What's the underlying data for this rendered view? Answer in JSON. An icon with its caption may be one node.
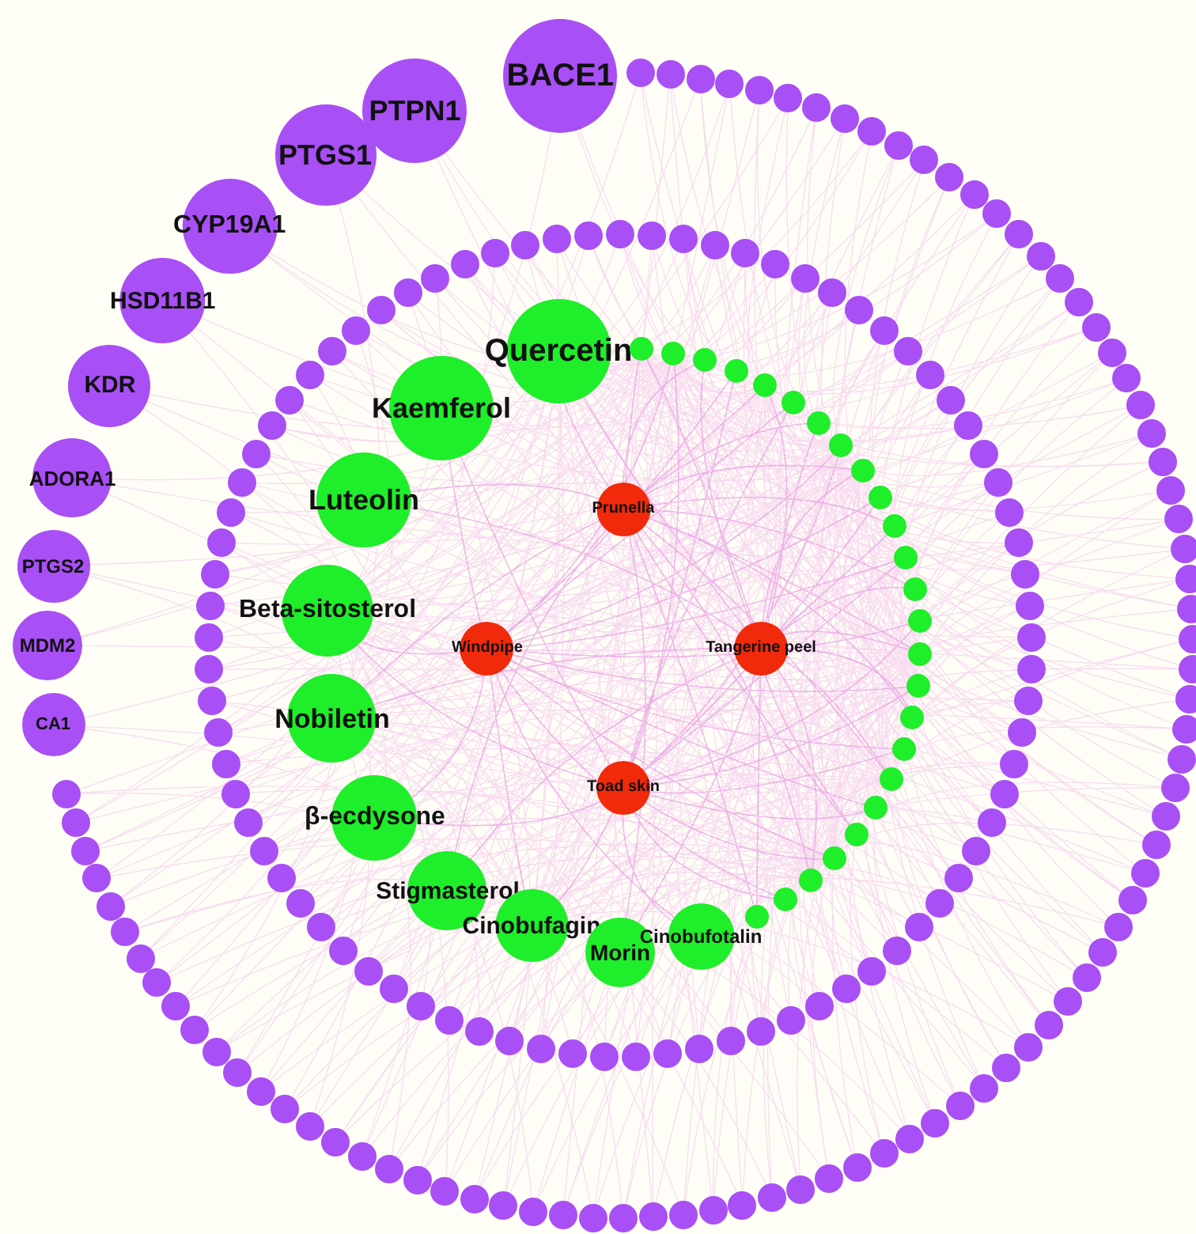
{
  "diagram": {
    "nodes": [
      {
        "text": [
          "BACE1"
        ]
      },
      {
        "text": [
          "PTPN1"
        ]
      },
      {
        "text": [
          "PTGS1"
        ]
      },
      {
        "text": [
          "CYP19A1"
        ]
      },
      {
        "text": [
          "HSD11B1"
        ]
      },
      {
        "text": [
          "KDR"
        ]
      },
      {
        "text": [
          "ADORA1"
        ]
      },
      {
        "text": [
          "PTGS2"
        ]
      },
      {
        "text": [
          "MDM2"
        ]
      },
      {
        "text": [
          "CA1"
        ]
      },
      {
        "text": [],
        "shape": "circle"
      },
      {
        "text": [],
        "shape": "circle"
      },
      {
        "text": [],
        "shape": "circle"
      },
      {
        "text": [],
        "shape": "circle"
      },
      {
        "text": [],
        "shape": "circle"
      },
      {
        "text": [],
        "shape": "circle"
      },
      {
        "text": [],
        "shape": "circle"
      },
      {
        "text": [],
        "shape": "circle"
      },
      {
        "text": [],
        "shape": "circle"
      },
      {
        "text": [],
        "shape": "circle"
      },
      {
        "text": [],
        "shape": "circle"
      },
      {
        "text": [],
        "shape": "circle"
      },
      {
        "text": [],
        "shape": "circle"
      },
      {
        "text": [],
        "shape": "circle"
      },
      {
        "text": [],
        "shape": "circle"
      },
      {
        "text": [],
        "shape": "circle"
      },
      {
        "text": [],
        "shape": "circle"
      },
      {
        "text": [],
        "shape": "circle"
      },
      {
        "text": [],
        "shape": "circle"
      },
      {
        "text": [],
        "shape": "circle"
      },
      {
        "text": [],
        "shape": "circle"
      },
      {
        "text": [],
        "shape": "circle"
      },
      {
        "text": [],
        "shape": "circle"
      },
      {
        "text": [],
        "shape": "circle"
      },
      {
        "text": [],
        "shape": "circle"
      },
      {
        "text": [],
        "shape": "circle"
      },
      {
        "text": [],
        "shape": "circle"
      },
      {
        "text": [],
        "shape": "circle"
      },
      {
        "text": [],
        "shape": "circle"
      },
      {
        "text": [],
        "shape": "circle"
      },
      {
        "text": [],
        "shape": "circle"
      },
      {
        "text": [],
        "shape": "circle"
      },
      {
        "text": [],
        "shape": "circle"
      },
      {
        "text": [],
        "shape": "circle"
      },
      {
        "text": [],
        "shape": "circle"
      },
      {
        "text": [],
        "shape": "circle"
      },
      {
        "text": [],
        "shape": "circle"
      },
      {
        "text": [],
        "shape": "circle"
      },
      {
        "text": [],
        "shape": "circle"
      },
      {
        "text": [],
        "shape": "circle"
      },
      {
        "text": [],
        "shape": "circle"
      },
      {
        "text": [],
        "shape": "circle"
      },
      {
        "text": [],
        "shape": "circle"
      },
      {
        "text": [],
        "shape": "circle"
      },
      {
        "text": [],
        "shape": "circle"
      },
      {
        "text": [],
        "shape": "circle"
      },
      {
        "text": [],
        "shape": "circle"
      },
      {
        "text": [],
        "shape": "circle"
      },
      {
        "text": [],
        "shape": "circle"
      },
      {
        "text": [],
        "shape": "circle"
      },
      {
        "text": [],
        "shape": "circle"
      },
      {
        "text": [],
        "shape": "circle"
      },
      {
        "text": [],
        "shape": "circle"
      },
      {
        "text": [],
        "shape": "circle"
      },
      {
        "text": [],
        "shape": "circle"
      },
      {
        "text": [],
        "shape": "circle"
      },
      {
        "text": [],
        "shape": "circle"
      },
      {
        "text": [],
        "shape": "circle"
      },
      {
        "text": [],
        "shape": "circle"
      },
      {
        "text": [],
        "shape": "circle"
      },
      {
        "text": [],
        "shape": "circle"
      },
      {
        "text": [],
        "shape": "circle"
      },
      {
        "text": [],
        "shape": "circle"
      },
      {
        "text": [],
        "shape": "circle"
      },
      {
        "text": [],
        "shape": "circle"
      },
      {
        "text": [],
        "shape": "circle"
      },
      {
        "text": [],
        "shape": "circle"
      },
      {
        "text": [],
        "shape": "circle"
      },
      {
        "text": [],
        "shape": "circle"
      },
      {
        "text": [],
        "shape": "circle"
      },
      {
        "text": [],
        "shape": "circle"
      },
      {
        "text": [],
        "shape": "circle"
      },
      {
        "text": [],
        "shape": "circle"
      },
      {
        "text": [],
        "shape": "circle"
      },
      {
        "text": [],
        "shape": "circle"
      },
      {
        "text": [],
        "shape": "circle"
      },
      {
        "text": [],
        "shape": "circle"
      },
      {
        "text": [],
        "shape": "circle"
      },
      {
        "text": [],
        "shape": "circle"
      },
      {
        "text": [],
        "shape": "circle"
      },
      {
        "text": [],
        "shape": "circle"
      },
      {
        "text": [],
        "shape": "circle"
      },
      {
        "text": [],
        "shape": "circle"
      },
      {
        "text": [],
        "shape": "circle"
      },
      {
        "text": [],
        "shape": "circle"
      },
      {
        "text": [],
        "shape": "circle"
      },
      {
        "text": [],
        "shape": "circle"
      },
      {
        "text": [],
        "shape": "circle"
      },
      {
        "text": [],
        "shape": "circle"
      },
      {
        "text": [],
        "shape": "circle"
      },
      {
        "text": [],
        "shape": "circle"
      },
      {
        "text": [],
        "shape": "circle"
      },
      {
        "text": [],
        "shape": "circle"
      },
      {
        "text": [],
        "shape": "circle"
      },
      {
        "text": [],
        "shape": "circle"
      },
      {
        "text": [],
        "shape": "circle"
      },
      {
        "text": [],
        "shape": "circle"
      },
      {
        "text": [],
        "shape": "circle"
      },
      {
        "text": [],
        "shape": "circle"
      },
      {
        "text": [],
        "shape": "circle"
      },
      {
        "text": [],
        "shape": "circle"
      },
      {
        "text": [],
        "shape": "circle"
      },
      {
        "text": [],
        "shape": "circle"
      },
      {
        "text": [],
        "shape": "circle"
      },
      {
        "text": [],
        "shape": "circle"
      },
      {
        "text": [],
        "shape": "circle"
      },
      {
        "text": [],
        "shape": "circle"
      },
      {
        "text": [],
        "shape": "circle"
      },
      {
        "text": [],
        "shape": "circle"
      },
      {
        "text": [],
        "shape": "circle"
      },
      {
        "text": [],
        "shape": "circle"
      },
      {
        "text": [],
        "shape": "circle"
      },
      {
        "text": [],
        "shape": "circle"
      },
      {
        "text": [],
        "shape": "circle"
      },
      {
        "text": [],
        "shape": "circle"
      },
      {
        "text": [],
        "shape": "circle"
      },
      {
        "text": [],
        "shape": "circle"
      },
      {
        "text": [],
        "shape": "circle"
      },
      {
        "text": [],
        "shape": "circle"
      },
      {
        "text": [],
        "shape": "circle"
      },
      {
        "text": [],
        "shape": "circle"
      },
      {
        "text": [],
        "shape": "circle"
      },
      {
        "text": [],
        "shape": "circle"
      },
      {
        "text": [],
        "shape": "circle"
      },
      {
        "text": [],
        "shape": "circle"
      },
      {
        "text": [],
        "shape": "circle"
      },
      {
        "text": [],
        "shape": "circle"
      },
      {
        "text": [],
        "shape": "circle"
      },
      {
        "text": [],
        "shape": "circle"
      },
      {
        "text": [],
        "shape": "circle"
      },
      {
        "text": [],
        "shape": "circle"
      },
      {
        "text": [],
        "shape": "circle"
      },
      {
        "text": [],
        "shape": "circle"
      },
      {
        "text": [],
        "shape": "circle"
      },
      {
        "text": [],
        "shape": "circle"
      },
      {
        "text": [],
        "shape": "circle"
      },
      {
        "text": [],
        "shape": "circle"
      },
      {
        "text": [],
        "shape": "circle"
      },
      {
        "text": [],
        "shape": "circle"
      },
      {
        "text": [],
        "shape": "circle"
      },
      {
        "text": [],
        "shape": "circle"
      },
      {
        "text": [],
        "shape": "circle"
      },
      {
        "text": [],
        "shape": "circle"
      },
      {
        "text": [],
        "shape": "circle"
      },
      {
        "text": [],
        "shape": "circle"
      },
      {
        "text": [],
        "shape": "circle"
      },
      {
        "text": [],
        "shape": "circle"
      },
      {
        "text": [],
        "shape": "circle"
      },
      {
        "text": [],
        "shape": "circle"
      },
      {
        "text": [],
        "shape": "circle"
      },
      {
        "text": [],
        "shape": "circle"
      },
      {
        "text": [],
        "shape": "circle"
      },
      {
        "text": [],
        "shape": "circle"
      },
      {
        "text": [],
        "shape": "circle"
      },
      {
        "text": [],
        "shape": "circle"
      },
      {
        "text": [],
        "shape": "circle"
      },
      {
        "text": [],
        "shape": "circle"
      },
      {
        "text": [],
        "shape": "circle"
      },
      {
        "text": [],
        "shape": "circle"
      },
      {
        "text": [],
        "shape": "circle"
      },
      {
        "text": [],
        "shape": "circle"
      },
      {
        "text": [],
        "shape": "circle"
      },
      {
        "text": [],
        "shape": "circle"
      },
      {
        "text": [],
        "shape": "circle"
      },
      {
        "text": [],
        "shape": "circle"
      },
      {
        "text": [],
        "shape": "circle"
      },
      {
        "text": [
          "Quercetin"
        ]
      },
      {
        "text": [
          "Kaemferol"
        ]
      },
      {
        "text": [
          "Luteolin"
        ]
      },
      {
        "text": [
          "Beta-sitosterol"
        ]
      },
      {
        "text": [
          "Nobiletin"
        ]
      },
      {
        "text": [
          "β-ecdysone"
        ]
      },
      {
        "text": [
          "Stigmasterol"
        ]
      },
      {
        "text": [
          "Cinobufagin"
        ]
      },
      {
        "text": [
          "Morin"
        ]
      },
      {
        "text": [
          "Cinobufotalin"
        ]
      },
      {
        "text": [],
        "shape": "circle"
      },
      {
        "text": [],
        "shape": "circle"
      },
      {
        "text": [],
        "shape": "circle"
      },
      {
        "text": [],
        "shape": "circle"
      },
      {
        "text": [],
        "shape": "circle"
      },
      {
        "text": [],
        "shape": "circle"
      },
      {
        "text": [],
        "shape": "circle"
      },
      {
        "text": [],
        "shape": "circle"
      },
      {
        "text": [],
        "shape": "circle"
      },
      {
        "text": [],
        "shape": "circle"
      },
      {
        "text": [],
        "shape": "circle"
      },
      {
        "text": [],
        "shape": "circle"
      },
      {
        "text": [],
        "shape": "circle"
      },
      {
        "text": [],
        "shape": "circle"
      },
      {
        "text": [],
        "shape": "circle"
      },
      {
        "text": [],
        "shape": "circle"
      },
      {
        "text": [],
        "shape": "circle"
      },
      {
        "text": [],
        "shape": "circle"
      },
      {
        "text": [],
        "shape": "circle"
      },
      {
        "text": [],
        "shape": "circle"
      },
      {
        "text": [],
        "shape": "circle"
      },
      {
        "text": [],
        "shape": "circle"
      },
      {
        "text": [],
        "shape": "circle"
      },
      {
        "text": [],
        "shape": "circle"
      },
      {
        "text": [],
        "shape": "circle"
      },
      {
        "text": [
          "Prunella"
        ]
      },
      {
        "text": [
          "Windpipe"
        ]
      },
      {
        "text": [
          "Tangerine peel"
        ]
      },
      {
        "text": [
          "Toad skin"
        ]
      }
    ]
  }
}
